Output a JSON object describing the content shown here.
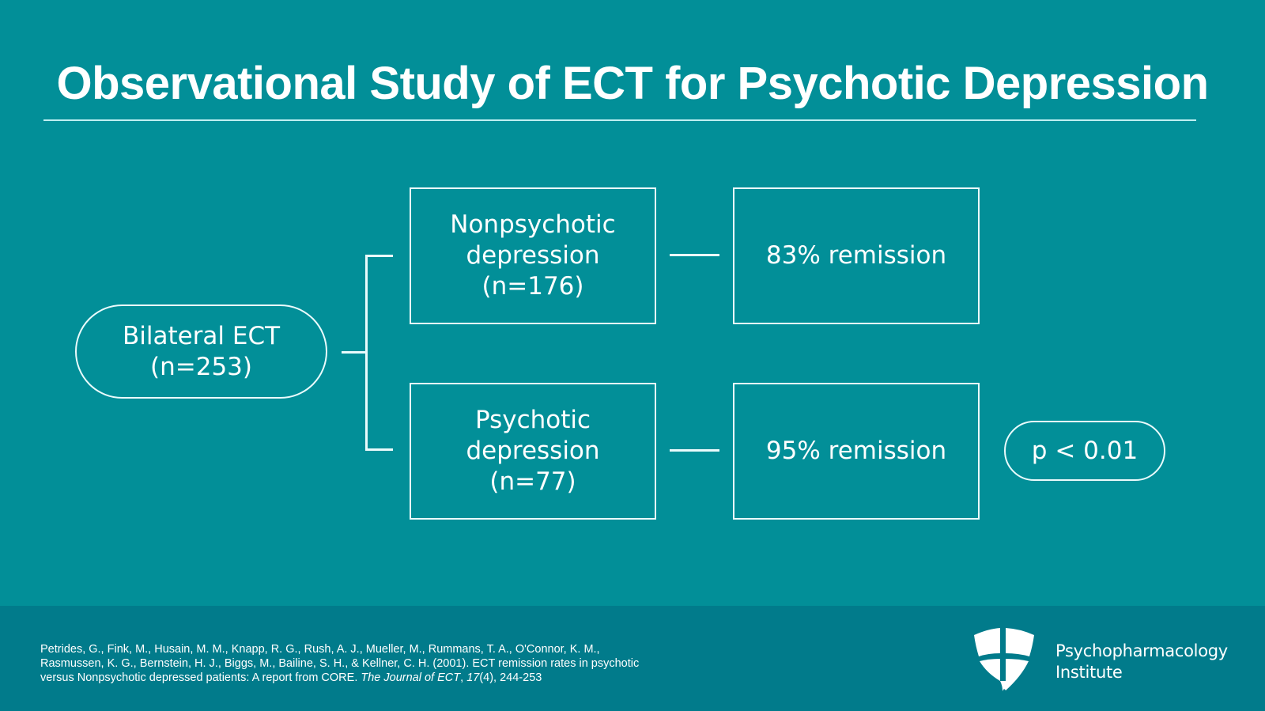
{
  "slide": {
    "title": "Observational Study of ECT for Psychotic Depression",
    "colors": {
      "background": "#028F98",
      "footer": "#017B8B",
      "stroke": "#EAFBFC",
      "title_rule": "#BFEFF2"
    }
  },
  "diagram": {
    "root": {
      "line1": "Bilateral ECT",
      "line2": "(n=253)"
    },
    "groups": [
      {
        "line1": "Nonpsychotic",
        "line2": "depression",
        "line3": "(n=176)",
        "result": "83% remission"
      },
      {
        "line1": "Psychotic",
        "line2": "depression",
        "line3": "(n=77)",
        "result": "95% remission"
      }
    ],
    "significance": "p < 0.01"
  },
  "footer": {
    "citation_main": "Petrides, G., Fink, M., Husain, M. M., Knapp, R. G., Rush, A. J., Mueller, M., Rummans, T. A., O'Connor, K. M., Rasmussen, K. G., Bernstein, H. J., Biggs, M., Bailine, S. H., & Kellner, C. H. (2001). ECT remission rates in psychotic versus Nonpsychotic depressed patients: A report from CORE. ",
    "citation_journal": "The Journal of ECT",
    "citation_sep": ", ",
    "citation_volume": "17",
    "citation_tail": "(4), 244-253",
    "brand_line1": "Psychopharmacology",
    "brand_line2": "Institute",
    "logo_icon": "shield-cross-icon"
  }
}
